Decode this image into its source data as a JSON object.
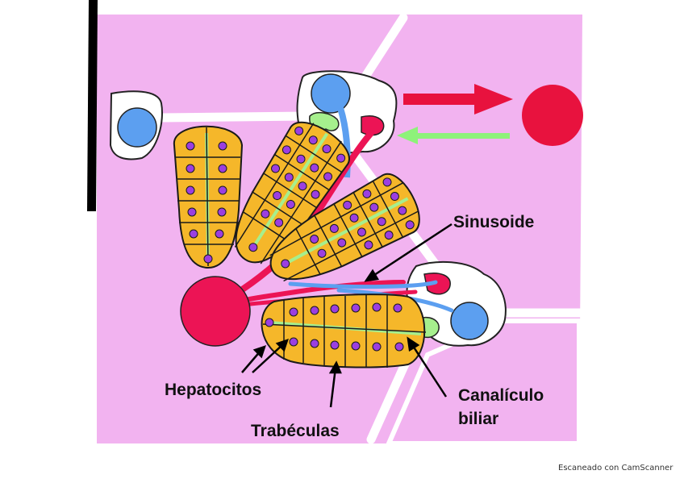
{
  "labels": {
    "sinusoide": "Sinusoide",
    "hepatocitos": "Hepatocitos",
    "trabeculas": "Trabéculas",
    "canaliculo_line1": "Canalículo",
    "canaliculo_line2": "biliar"
  },
  "watermark": "Escaneado con CamScanner",
  "colors": {
    "background_tissue": "#f2b3f0",
    "septum": "#ffffff",
    "trabecula_fill": "#f5b72a",
    "trabecula_outline": "#1a1a1a",
    "nucleus": "#9b3fe0",
    "bile_canaliculus": "#a6ef8d",
    "portal_vein_blue": "#5c9ff0",
    "sinusoid_red": "#ec1455",
    "arrow_red": "#e8123e",
    "arrow_green": "#8ef27a",
    "central_vein": "#ec1455"
  }
}
